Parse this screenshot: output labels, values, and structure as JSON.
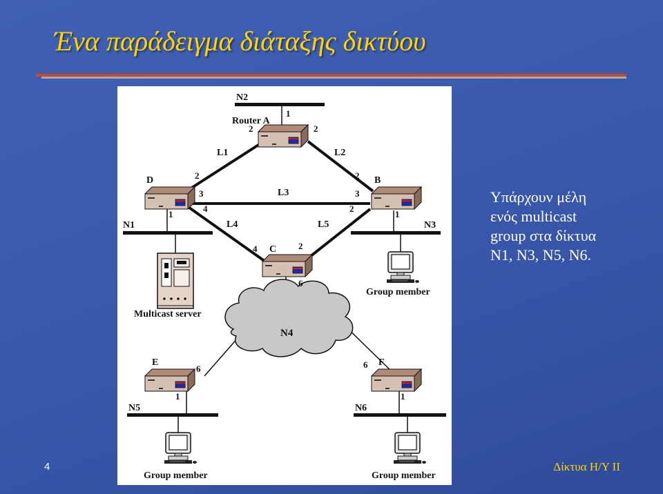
{
  "slide": {
    "title": "Ένα παράδειγμα διάταξης δικτύου",
    "side_text_lines": [
      "Υπάρχουν μέλη",
      "ενός multicast",
      "group στα δίκτυα",
      "N1, N3, N5, N6."
    ],
    "page_number": "4",
    "footer": "Δίκτυα Η/Υ ΙΙ"
  },
  "diagram": {
    "networks": {
      "n1": "N1",
      "n2": "N2",
      "n3": "N3",
      "n4": "N4",
      "n5": "N5",
      "n6": "N6"
    },
    "routers": {
      "a": "Router A",
      "b": "B",
      "c": "C",
      "d": "D",
      "e": "E",
      "f": "F"
    },
    "links": {
      "l1": "L1",
      "l2": "L2",
      "l3": "L3",
      "l4": "L4",
      "l5": "L5"
    },
    "ports": {
      "a_left": "2",
      "a_right": "2",
      "a_top": "1",
      "d_top": "2",
      "d_l3": "3",
      "d_l4": "4",
      "d_n1": "1",
      "b_top": "2",
      "b_l3": "3",
      "b_l5": "2",
      "b_n3": "1",
      "c_l4": "4",
      "c_l5": "2",
      "c_n4": "6",
      "e_n4": "6",
      "e_n5": "1",
      "f_n4": "6",
      "f_n6": "1"
    },
    "labels": {
      "multicast_server": "Multicast server",
      "group_member_n3": "Group member",
      "group_member_n5": "Group member",
      "group_member_n6": "Group member"
    }
  }
}
